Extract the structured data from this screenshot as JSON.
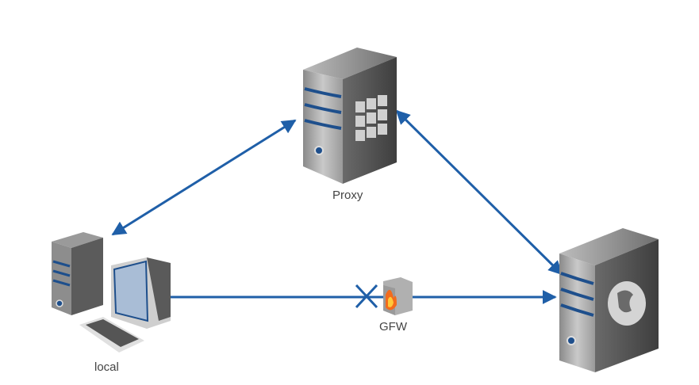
{
  "diagram": {
    "nodes": {
      "proxy": {
        "label": "Proxy",
        "type": "server",
        "badge": "firewall-wall"
      },
      "local": {
        "label": "local",
        "type": "desktop-computer"
      },
      "gfw": {
        "label": "GFW",
        "type": "firewall"
      },
      "remote": {
        "label": "",
        "type": "web-server",
        "badge": "globe"
      }
    },
    "edges": [
      {
        "from": "local",
        "to": "proxy",
        "direction": "bidirectional"
      },
      {
        "from": "proxy",
        "to": "remote",
        "direction": "bidirectional"
      },
      {
        "from": "local",
        "to": "remote",
        "direction": "one-way",
        "blocked_by": "gfw"
      }
    ],
    "colors": {
      "edge": "#1f5fa8",
      "blocked_mark": "#1f5fa8"
    }
  }
}
